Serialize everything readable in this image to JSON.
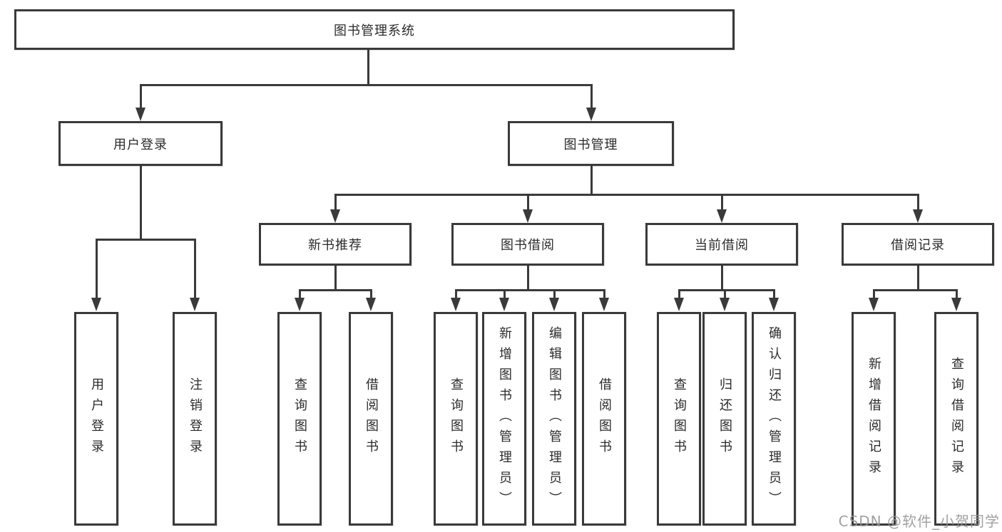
{
  "diagram": {
    "type": "hierarchy-tree",
    "colors": {
      "background": "#ffffff",
      "line": "#3a3a3a",
      "box_border": "#3a3a3a",
      "box_fill": "#ffffff",
      "text": "#2b2b2b",
      "watermark": "#949494"
    },
    "tree": {
      "root": {
        "label": "图书管理系统"
      },
      "level2": [
        {
          "label": "用户登录"
        },
        {
          "label": "图书管理"
        }
      ],
      "level3": [
        {
          "label": "新书推荐",
          "parent": "图书管理"
        },
        {
          "label": "图书借阅",
          "parent": "图书管理"
        },
        {
          "label": "当前借阅",
          "parent": "图书管理"
        },
        {
          "label": "借阅记录",
          "parent": "图书管理"
        }
      ],
      "leaves": [
        {
          "label": "用户登录",
          "parent": "用户登录"
        },
        {
          "label": "注销登录",
          "parent": "用户登录"
        },
        {
          "label": "查询图书",
          "parent": "新书推荐"
        },
        {
          "label": "借阅图书",
          "parent": "新书推荐"
        },
        {
          "label": "查询图书",
          "parent": "图书借阅"
        },
        {
          "label": "新增图书（管理员）",
          "parent": "图书借阅"
        },
        {
          "label": "编辑图书（管理员）",
          "parent": "图书借阅"
        },
        {
          "label": "借阅图书",
          "parent": "图书借阅"
        },
        {
          "label": "查询图书",
          "parent": "当前借阅"
        },
        {
          "label": "归还图书",
          "parent": "当前借阅"
        },
        {
          "label": "确认归还（管理员）",
          "parent": "当前借阅"
        },
        {
          "label": "新增借阅记录",
          "parent": "借阅记录"
        },
        {
          "label": "查询借阅记录",
          "parent": "借阅记录"
        }
      ]
    },
    "watermark": {
      "text": "CSDN @软件_小贺同学"
    }
  }
}
